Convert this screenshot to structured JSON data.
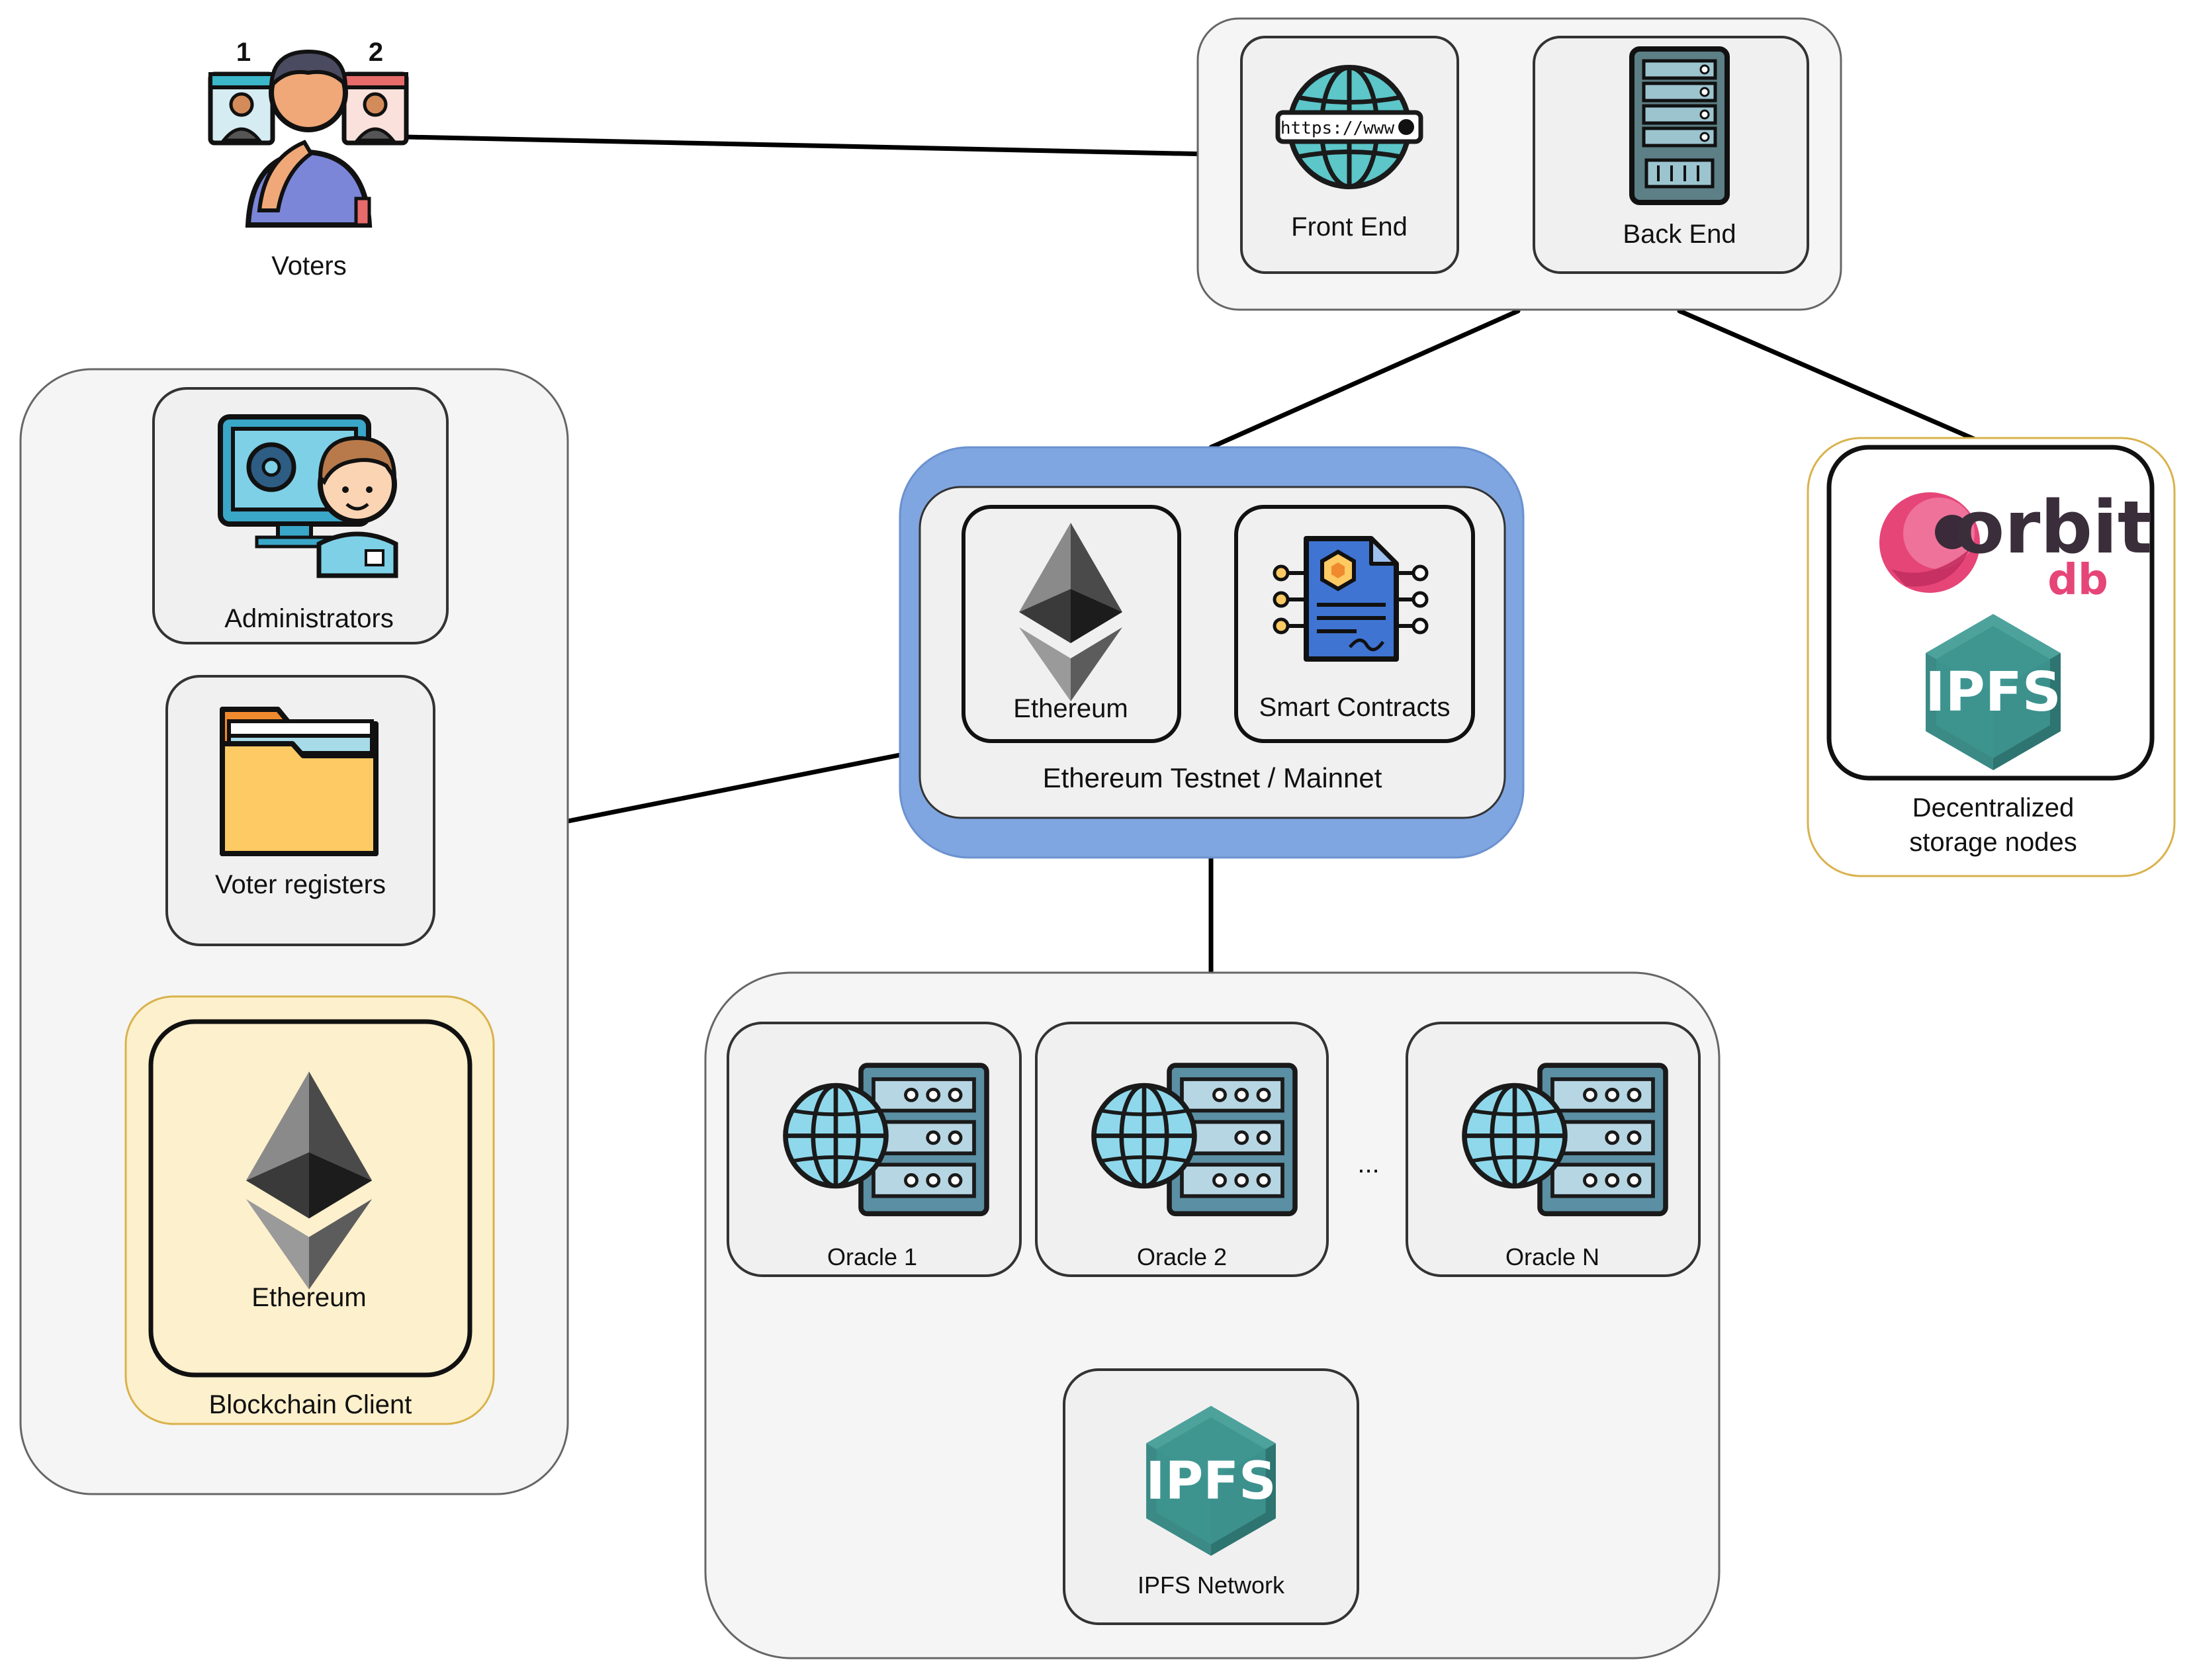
{
  "labels": {
    "voters": "Voters",
    "front_end": "Front End",
    "back_end": "Back End",
    "administrators": "Administrators",
    "voter_registers": "Voter registers",
    "ethereum_client": "Ethereum",
    "blockchain_client": "Blockchain Client",
    "ethereum_net": "Ethereum",
    "smart_contracts": "Smart Contracts",
    "ethereum_testnet": "Ethereum Testnet / Mainnet",
    "decentralized_storage": "Decentralized",
    "decentralized_storage_2": "storage nodes",
    "oracle_1": "Oracle 1",
    "oracle_2": "Oracle 2",
    "oracle_n": "Oracle N",
    "ellipsis": "...",
    "ipfs_network": "IPFS Network"
  },
  "icon_text": {
    "https": "https://www",
    "orbit": "orbit",
    "db": "db",
    "ipfs": "IPFS",
    "number_1": "1",
    "number_2": "2"
  },
  "icons": [
    "voter-person-icon",
    "globe-icon",
    "server-rack-icon",
    "admin-monitor-icon",
    "folder-icon",
    "ethereum-logo-icon",
    "smart-contract-icon",
    "orbitdb-logo-icon",
    "ipfs-logo-icon",
    "oracle-server-icon"
  ],
  "colors": {
    "group_fill": "#f5f5f5",
    "node_fill": "#f0f0f0",
    "ethereum_network_fill": "#7fa6e0",
    "blockchain_client_fill": "#fdf0cc",
    "storage_border": "#d9b24c",
    "ipfs_teal": "#3b8a86",
    "orbit_pink": "#e64578"
  }
}
